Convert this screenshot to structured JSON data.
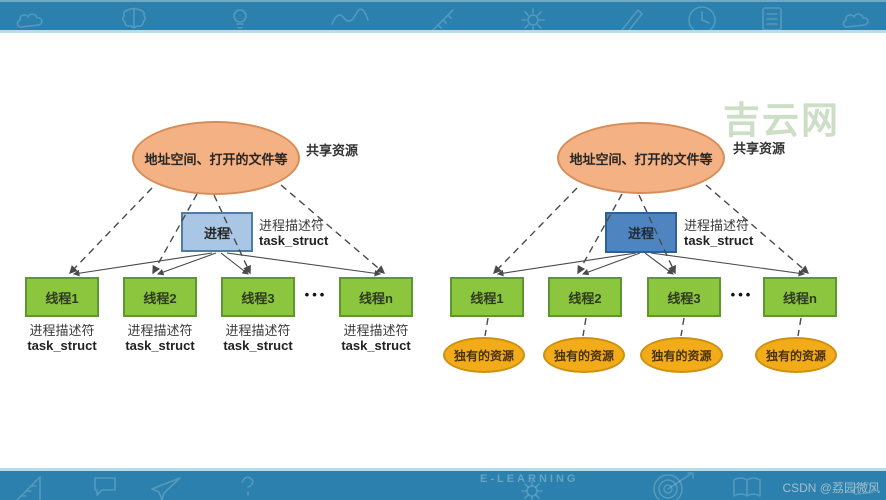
{
  "watermarks": {
    "site": "吉云网",
    "csdn": "CSDN @荔园微风"
  },
  "decor": {
    "elearning": "E-LEARNING"
  },
  "colors": {
    "band_blue": "#2b80ad",
    "band_edge_light": "#b9dcea",
    "shared_ellipse_fill": "#f4b183",
    "shared_ellipse_border": "#d78d58",
    "process_left_fill": "#a9c7e4",
    "process_left_border": "#4f7ba6",
    "process_right_fill": "#4e85c0",
    "process_right_border": "#2f5f93",
    "thread_fill": "#8cc63f",
    "thread_border": "#5d9732",
    "resource_fill": "#f2ac19",
    "resource_border": "#cf8f10",
    "connector": "#4a4a4a",
    "watermark_site": "#cddec6",
    "watermark_csdn": "#a6bdc9"
  },
  "left": {
    "shared_ellipse_label": "地址空间、打开的文件等",
    "shared_side_label": "共享资源",
    "process_label": "进程",
    "process_desc_line1": "进程描述符",
    "process_desc_line2": "task_struct",
    "ellipsis": "•••",
    "threads": [
      {
        "label": "线程1",
        "desc_line1": "进程描述符",
        "desc_line2": "task_struct"
      },
      {
        "label": "线程2",
        "desc_line1": "进程描述符",
        "desc_line2": "task_struct"
      },
      {
        "label": "线程3",
        "desc_line1": "进程描述符",
        "desc_line2": "task_struct"
      },
      {
        "label": "线程n",
        "desc_line1": "进程描述符",
        "desc_line2": "task_struct"
      }
    ]
  },
  "right": {
    "shared_ellipse_label": "地址空间、打开的文件等",
    "shared_side_label": "共享资源",
    "process_label": "进程",
    "process_desc_line1": "进程描述符",
    "process_desc_line2": "task_struct",
    "ellipsis": "•••",
    "threads": [
      {
        "label": "线程1"
      },
      {
        "label": "线程2"
      },
      {
        "label": "线程3"
      },
      {
        "label": "线程n"
      }
    ],
    "resources": [
      {
        "label": "独有的资源"
      },
      {
        "label": "独有的资源"
      },
      {
        "label": "独有的资源"
      },
      {
        "label": "独有的资源"
      }
    ]
  }
}
